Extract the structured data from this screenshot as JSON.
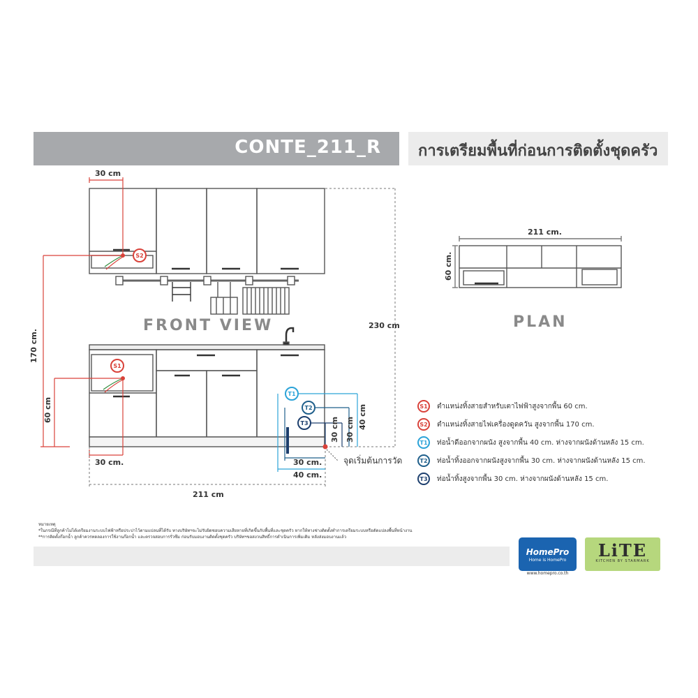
{
  "header": {
    "model": "CONTE_211_R",
    "title": "การเตรียมพื้นที่ก่อนการติดตั้งชุดครัว"
  },
  "front": {
    "label": "FRONT VIEW",
    "dim_top_width": "30 cm",
    "dim_height_170": "170 cm.",
    "dim_height_60": "60 cm",
    "dim_bottom_width": "30 cm.",
    "dim_total_height": "230 cm",
    "dim_total_width": "211 cm",
    "t_dim_30_h": "30 cm",
    "t_dim_40_h": "40 cm",
    "t_dim_30_w": "30 cm.",
    "t_dim_40_w": "40 cm.",
    "start_point": "จุดเริ่มต้นการวัด"
  },
  "plan": {
    "label": "PLAN",
    "dim_width": "211 cm.",
    "dim_depth": "60 cm."
  },
  "legend": [
    {
      "code": "S1",
      "color": "#d9423a",
      "text": "ตำแหน่งทิ้งสายสำหรับเตาไฟฟ้าสูงจากพื้น 60 cm."
    },
    {
      "code": "S2",
      "color": "#d9423a",
      "text": "ตำแหน่งทิ้งสายไฟเครื่องดูดควัน สูงจากพื้น 170 cm."
    },
    {
      "code": "T1",
      "color": "#2ba3d8",
      "text": "ท่อน้ำดีออกจากผนัง สูงจากพื้น 40 cm. ห่างจากผนังด้านหลัง 15 cm."
    },
    {
      "code": "T2",
      "color": "#1f5f8b",
      "text": "ท่อน้ำทิ้งออกจากผนังสูงจากพื้น 30 cm. ห่างจากผนังด้านหลัง 15 cm."
    },
    {
      "code": "T3",
      "color": "#1d3f6e",
      "text": "ท่อน้ำทิ้งสูงจากพื้น 30 cm. ห่างจากผนังด้านหลัง 15 cm."
    }
  ],
  "notes": {
    "title": "หมายเหตุ",
    "line1": "*ในกรณีที่ลูกค้าไม่ได้เตรียมงานระบบไฟฟ้าหรือประปาไว้ตามแปลนที่ได้รับ ทางบริษัทฯจะไม่รับผิดชอบความเสียหายที่เกิดขึ้นกับพื้นที่และชุดครัว หากให้ทางช่างติดตั้งทำการเตรียมระบบหรือดัดแปลงพื้นที่หน้างาน",
    "line2": "**การติดตั้งก๊อกน้ำ ลูกค้าควรทดลองการใช้งานก๊อกน้ำ และตรวจสอบการรั่วซึม ก่อนรับมอบงานติดตั้งชุดครัว บริษัทฯขอสงวนสิทธิ์การดำเนินการเพิ่มเติม หลังส่งมอบงานแล้ว"
  },
  "logos": {
    "homepro_name": "HomePro",
    "homepro_tag": "Home is HomePro",
    "homepro_url": "www.homepro.co.th",
    "lite_name": "LiTE",
    "lite_tag": "KITCHEN BY STARMARK"
  },
  "colors": {
    "red": "#d9423a",
    "cyan": "#2ba3d8",
    "teal": "#1f5f8b",
    "navy": "#1d3f6e",
    "header_grey": "#a7a9ac"
  }
}
